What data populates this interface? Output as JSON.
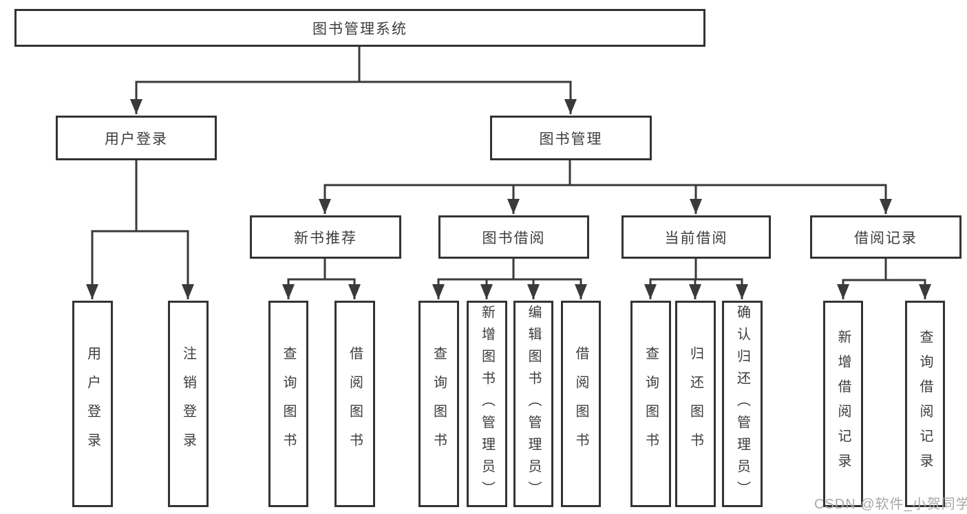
{
  "hierarchy": {
    "label": "图书管理系统",
    "children": [
      {
        "label": "用户登录",
        "children": [
          {
            "label": "用户登录"
          },
          {
            "label": "注销登录"
          }
        ]
      },
      {
        "label": "图书管理",
        "children": [
          {
            "label": "新书推荐",
            "children": [
              {
                "label": "查询图书"
              },
              {
                "label": "借阅图书"
              }
            ]
          },
          {
            "label": "图书借阅",
            "children": [
              {
                "label": "查询图书"
              },
              {
                "label": "新增图书（管理员）"
              },
              {
                "label": "编辑图书（管理员）"
              },
              {
                "label": "借阅图书"
              }
            ]
          },
          {
            "label": "当前借阅",
            "children": [
              {
                "label": "查询图书"
              },
              {
                "label": "归还图书"
              },
              {
                "label": "确认归还（管理员）"
              }
            ]
          },
          {
            "label": "借阅记录",
            "children": [
              {
                "label": "新增借阅记录"
              },
              {
                "label": "查询借阅记录"
              }
            ]
          }
        ]
      }
    ]
  },
  "watermark": {
    "text": "CSDN @软件_小贺同学"
  },
  "colors": {
    "line": "#3a3a3a",
    "box_border": "#333333",
    "text": "#3d3d3d",
    "watermark": "#a9a9a9",
    "background": "#ffffff"
  }
}
